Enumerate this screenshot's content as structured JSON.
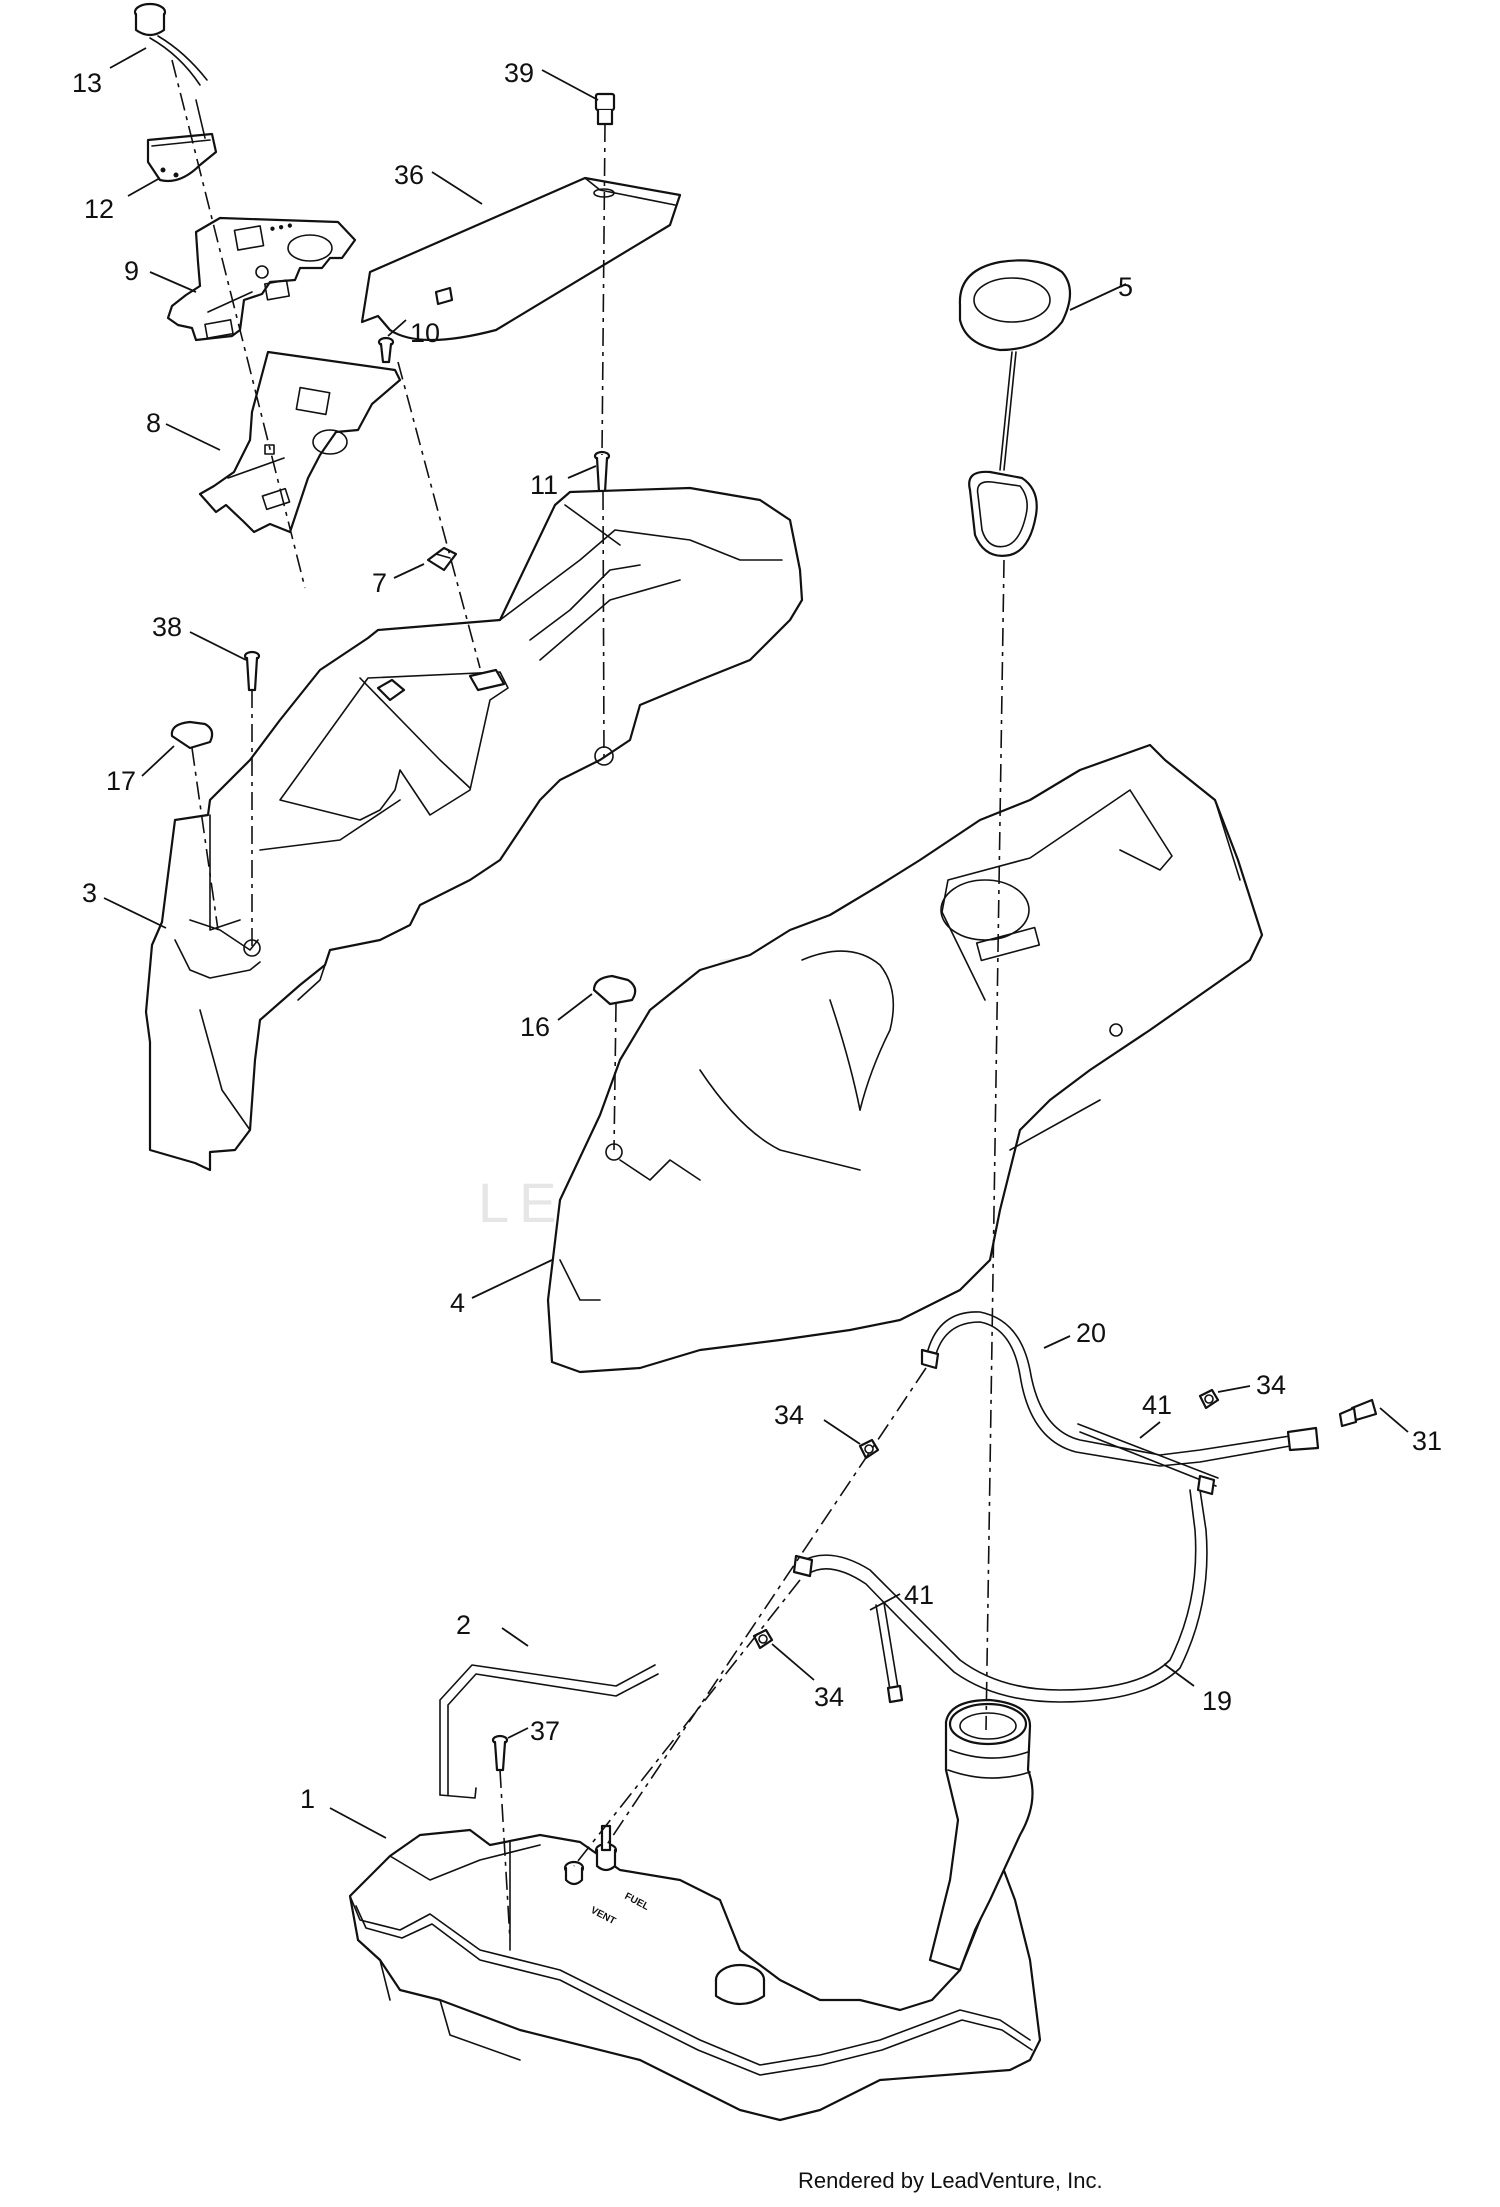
{
  "callouts": [
    "13",
    "12",
    "9",
    "8",
    "39",
    "36",
    "10",
    "11",
    "7",
    "38",
    "17",
    "3",
    "5",
    "16",
    "4",
    "20",
    "34",
    "41",
    "31",
    "2",
    "37",
    "1",
    "19"
  ],
  "watermark": "LEADVENTURE",
  "decals": {
    "fuel": "FUEL",
    "vent": "VENT"
  },
  "credit": "Rendered by LeadVenture, Inc.",
  "colors": {
    "line": "#111111",
    "watermark": "#e6e6e6",
    "background": "#ffffff"
  }
}
